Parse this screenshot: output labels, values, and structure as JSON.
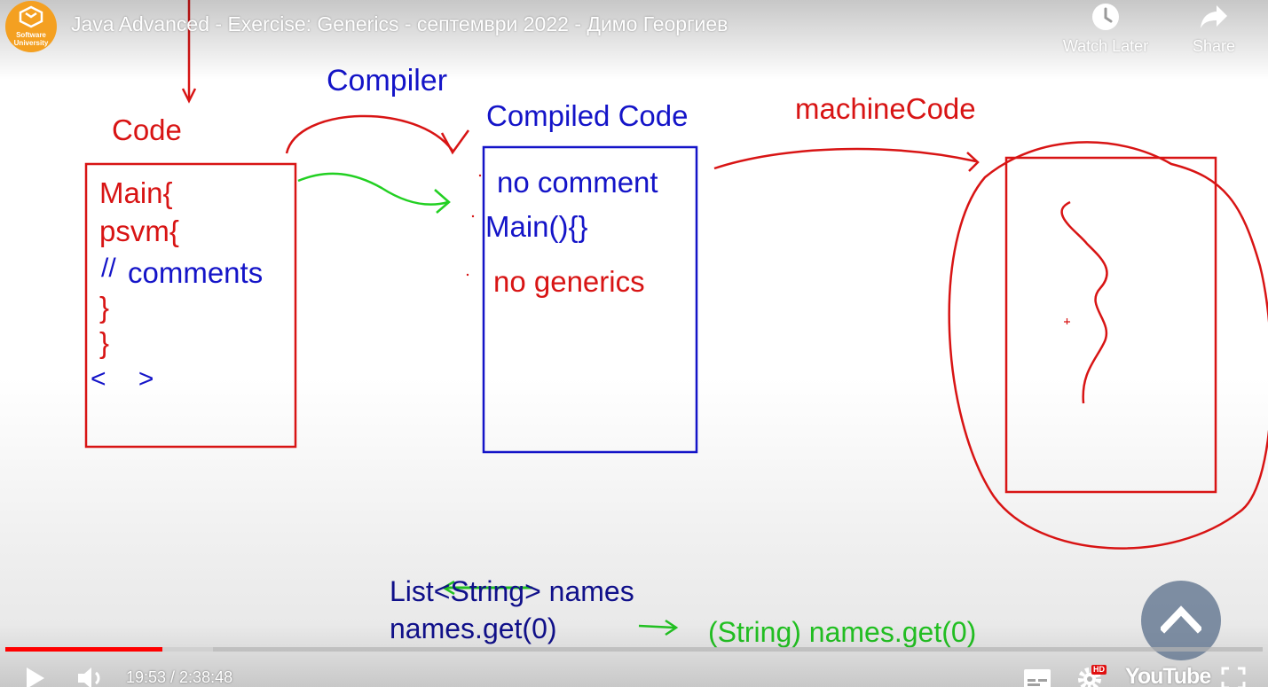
{
  "header": {
    "title": "Java Advanced - Exercise: Generics - септември 2022 - Димо Георгиев",
    "logo_line1": "Software",
    "logo_line2": "University",
    "watch_later": "Watch Later",
    "share": "Share"
  },
  "whiteboard": {
    "label_code": "Code",
    "label_compiler": "Compiler",
    "label_compiled_code": "Compiled Code",
    "label_machine_code": "machineCode",
    "code_lines": [
      "Main{",
      "psvm{",
      "comments",
      "}",
      "}"
    ],
    "code_slash": "//",
    "code_angle": "< >",
    "compiled_lines": [
      "no comment",
      "Main(){}",
      "no generics"
    ],
    "list_line": "List<String> names",
    "get_line": "names.get(0)",
    "cast_line": "(String) names.get(0)",
    "colors": {
      "red": "#d81414",
      "blue": "#1414c8",
      "green": "#22c022",
      "navy": "#10108a"
    }
  },
  "controls": {
    "current_time": "19:53",
    "duration": "2:38:48",
    "time_display": "19:53 / 2:38:48",
    "progress_played_fraction": 0.125,
    "hd_badge": "HD",
    "brand": "YouTube",
    "icons": [
      "play-icon",
      "volume-icon",
      "subtitles-icon",
      "settings-icon",
      "fullscreen-icon",
      "clock-icon",
      "share-arrow-icon",
      "chevron-up-icon"
    ]
  }
}
